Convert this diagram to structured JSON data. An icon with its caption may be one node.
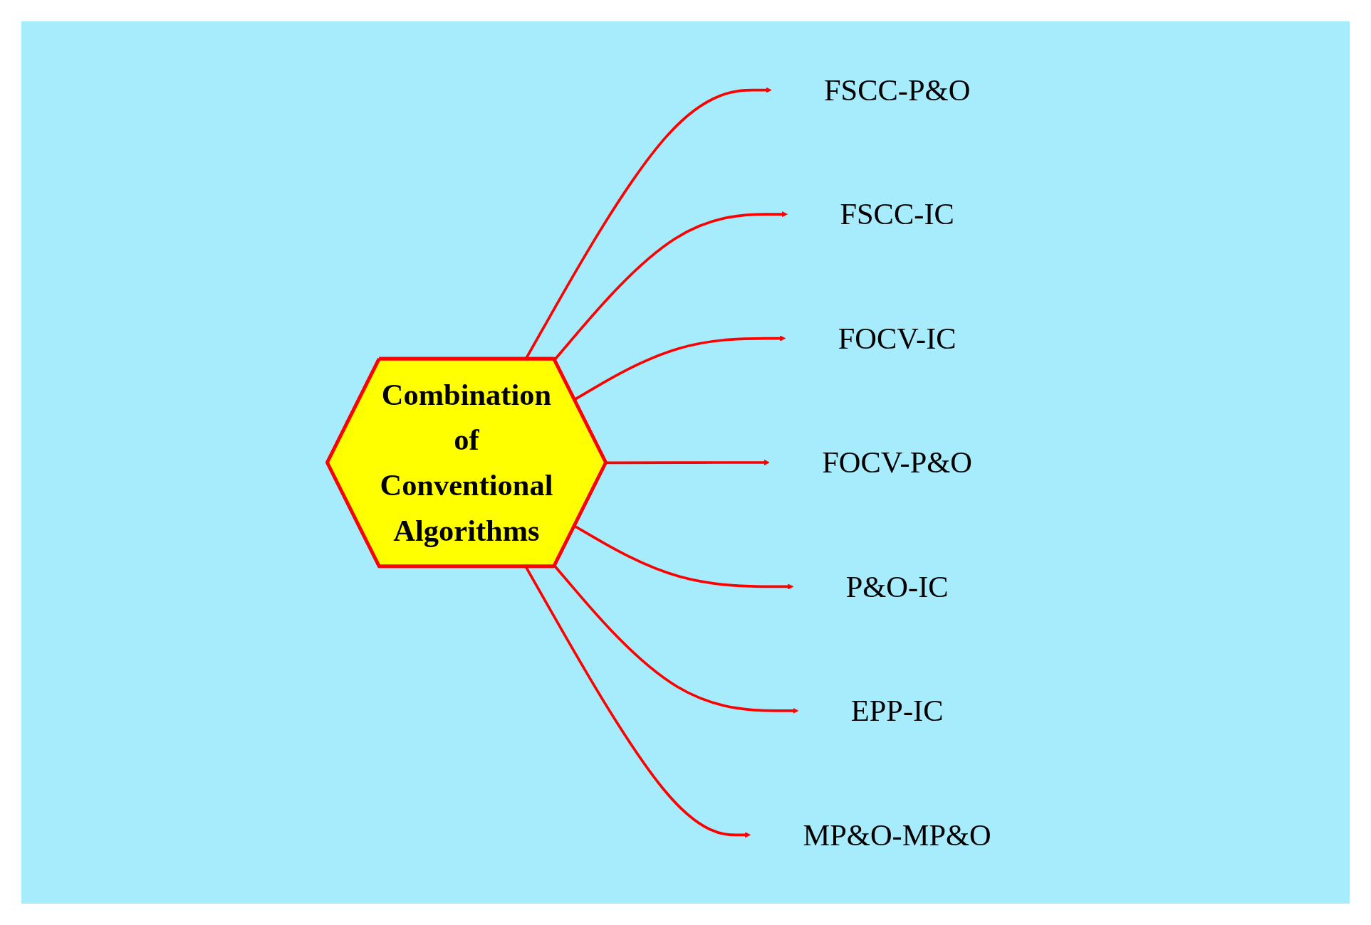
{
  "diagram": {
    "nodes": [
      {
        "text": [
          "Combination of Conventional Algorithms"
        ]
      },
      {
        "text": [
          "FSCC-P&O"
        ]
      },
      {
        "text": [
          "FSCC-IC"
        ]
      },
      {
        "text": [
          "FOCV-IC"
        ]
      },
      {
        "text": [
          "FOCV-P&O"
        ]
      },
      {
        "text": [
          "P&O-IC"
        ]
      },
      {
        "text": [
          "EPP-IC"
        ]
      },
      {
        "text": [
          "MP&O-MP&O"
        ]
      }
    ],
    "edges": [
      {
        "from": 0,
        "to": 1,
        "arrow": "to"
      },
      {
        "from": 0,
        "to": 2,
        "arrow": "to"
      },
      {
        "from": 0,
        "to": 3,
        "arrow": "to"
      },
      {
        "from": 0,
        "to": 4,
        "arrow": "to"
      },
      {
        "from": 0,
        "to": 5,
        "arrow": "to"
      },
      {
        "from": 0,
        "to": 6,
        "arrow": "to"
      },
      {
        "from": 0,
        "to": 7,
        "arrow": "to"
      }
    ]
  }
}
